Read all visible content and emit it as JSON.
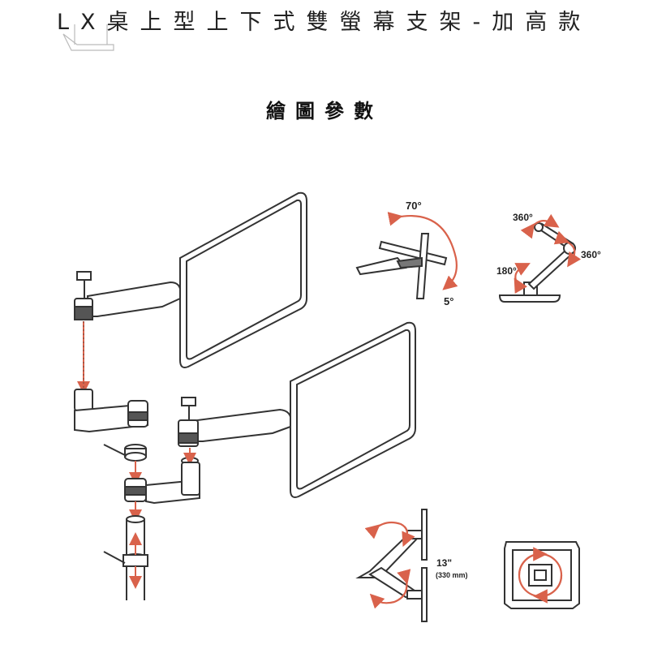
{
  "header": {
    "title": "LX桌上型上下式雙螢幕支架-加高款",
    "subtitle": "繪圖參數"
  },
  "annotations": {
    "tilt_up": "70°",
    "tilt_down": "5°",
    "rotate_top": "360°",
    "rotate_right": "360°",
    "rotate_base": "180°",
    "lift_range": "13\"",
    "lift_range_mm": "(330 mm)"
  },
  "colors": {
    "line": "#333333",
    "arrow": "#d9624b",
    "accent_light": "#f3c7bd"
  }
}
